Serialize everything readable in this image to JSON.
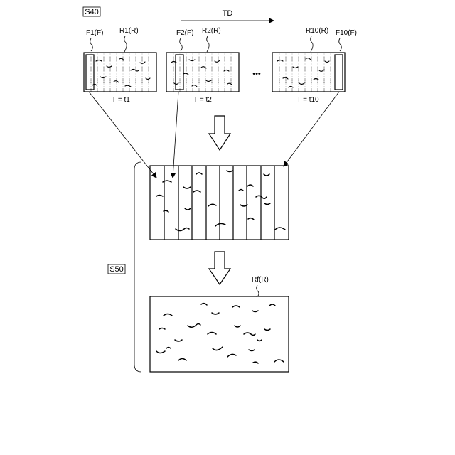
{
  "steps": {
    "s40": "S40",
    "s50": "S50"
  },
  "direction": "TD",
  "frames": [
    {
      "frame_label": "F1(F)",
      "region_label": "R1(R)",
      "time": "T = t1"
    },
    {
      "frame_label": "F2(F)",
      "region_label": "R2(R)",
      "time": "T = t2"
    },
    {
      "frame_label": "F10(F)",
      "region_label": "R10(R)",
      "time": "T = t10"
    }
  ],
  "ellipsis": "•••",
  "result_label": "Rf(R)"
}
